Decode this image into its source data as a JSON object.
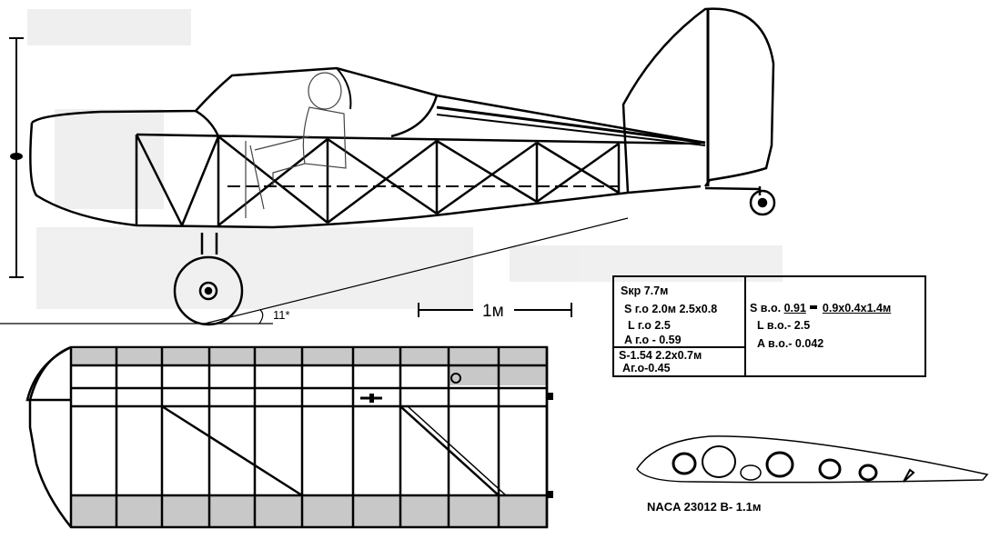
{
  "scale_label": "1м",
  "angle_label": "11*",
  "specs": {
    "left": {
      "line1": "Sкр 7.7м",
      "line2": "S г.о 2.0м  2.5х0.8",
      "line3": "L г.о 2.5",
      "line4": "A г.о - 0.59",
      "line5": "S-1.54  2.2х0.7м",
      "line6": "Aг.о-0.45"
    },
    "right": {
      "area_prefix": "S в.о. ",
      "area_value": "0.91",
      "area_dims": "0.9х0.4х1.4м",
      "l": "L в.о.- 2.5",
      "a": "A в.о.- 0.042"
    }
  },
  "airfoil_label": "NACA 23012   B- 1.1м"
}
